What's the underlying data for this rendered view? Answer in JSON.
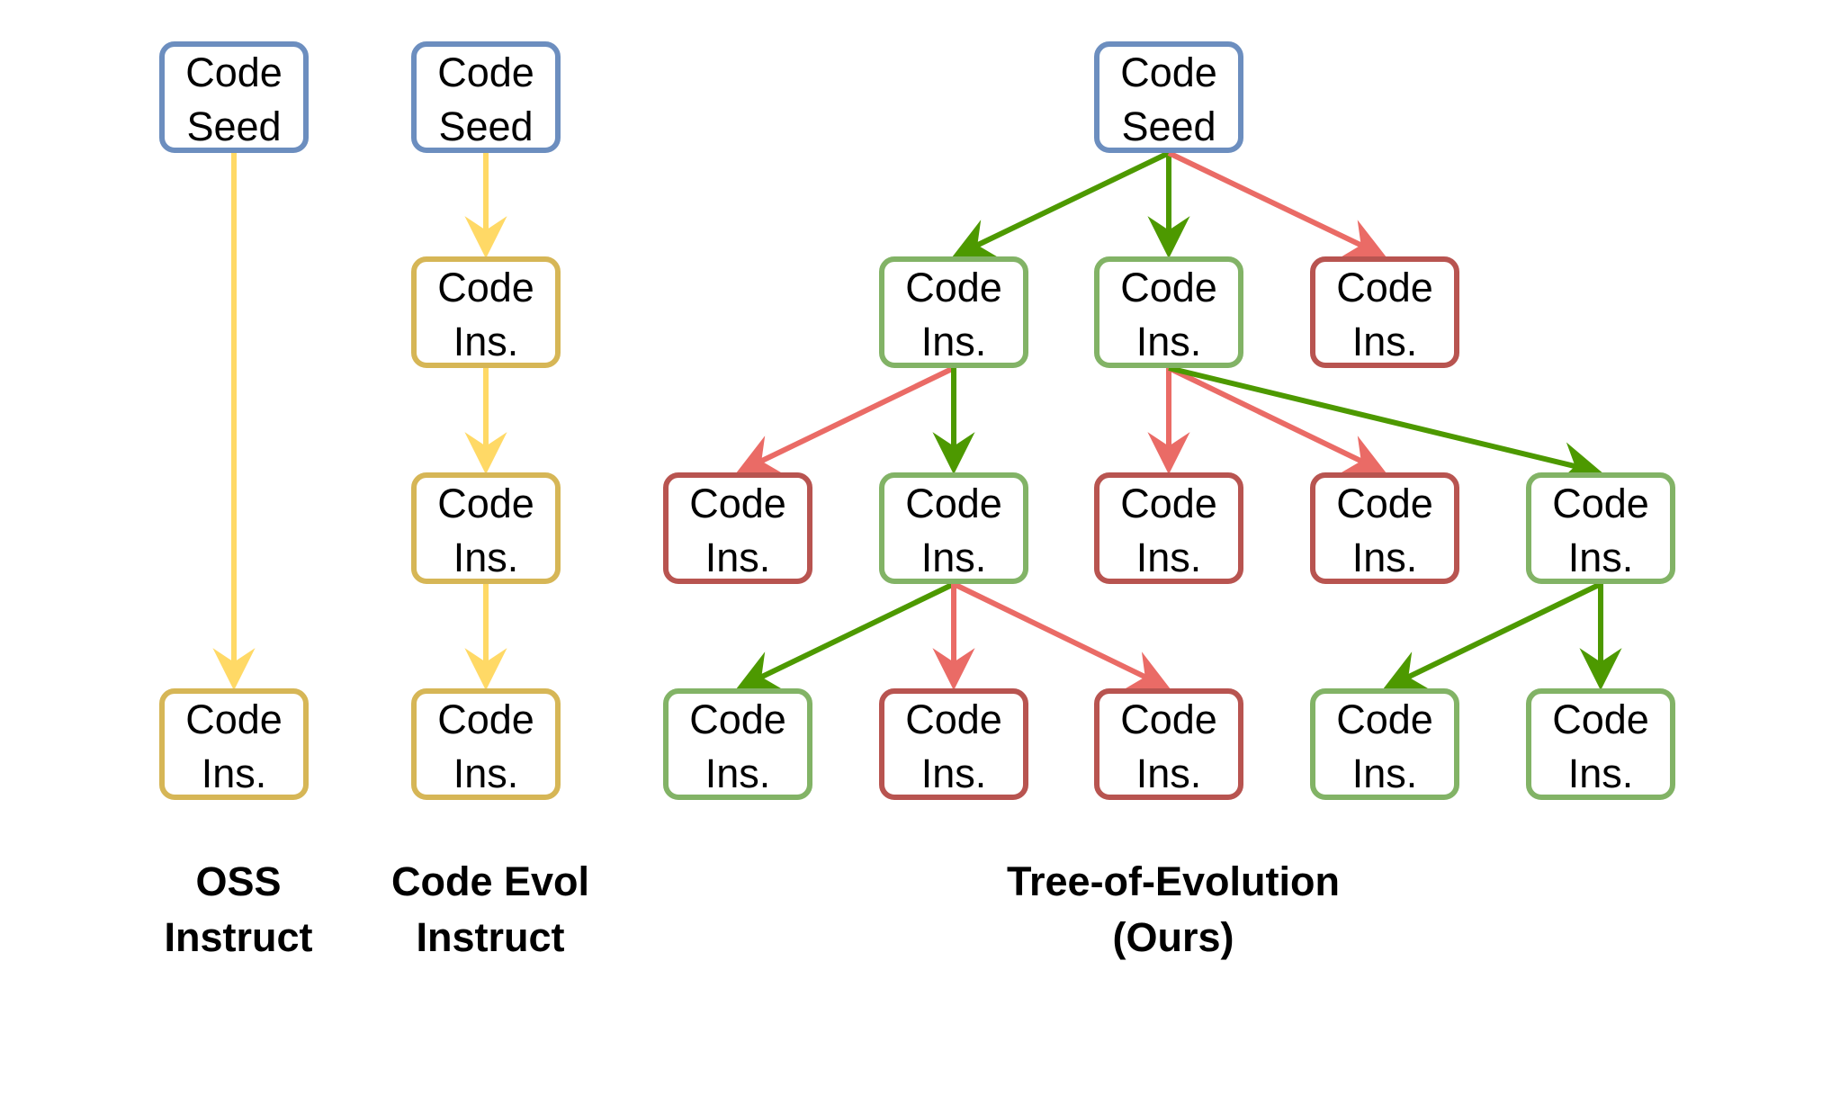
{
  "colors": {
    "seed_border": "#6c8ebf",
    "yellow_border": "#d6b656",
    "green_border": "#82b366",
    "red_border": "#b85450",
    "yellow_arrow": "#ffd966",
    "green_arrow": "#4d9900",
    "red_arrow": "#ea6b66"
  },
  "columns": [
    {
      "caption": [
        "OSS",
        "Instruct"
      ],
      "nodes": [
        {
          "id": "oss-seed",
          "lines": [
            "Code",
            "Seed"
          ],
          "kind": "seed"
        },
        {
          "id": "oss-ins",
          "lines": [
            "Code",
            "Ins."
          ],
          "kind": "yellow"
        }
      ]
    },
    {
      "caption": [
        "Code Evol",
        "Instruct"
      ],
      "nodes": [
        {
          "id": "evol-seed",
          "lines": [
            "Code",
            "Seed"
          ],
          "kind": "seed"
        },
        {
          "id": "evol-ins-1",
          "lines": [
            "Code",
            "Ins."
          ],
          "kind": "yellow"
        },
        {
          "id": "evol-ins-2",
          "lines": [
            "Code",
            "Ins."
          ],
          "kind": "yellow"
        },
        {
          "id": "evol-ins-3",
          "lines": [
            "Code",
            "Ins."
          ],
          "kind": "yellow"
        }
      ]
    },
    {
      "caption": [
        "Tree-of-Evolution",
        "(Ours)"
      ],
      "nodes": [
        {
          "id": "toe-seed",
          "lines": [
            "Code",
            "Seed"
          ],
          "kind": "seed"
        },
        {
          "id": "toe-l1-a",
          "lines": [
            "Code",
            "Ins."
          ],
          "kind": "green"
        },
        {
          "id": "toe-l1-b",
          "lines": [
            "Code",
            "Ins."
          ],
          "kind": "green"
        },
        {
          "id": "toe-l1-c",
          "lines": [
            "Code",
            "Ins."
          ],
          "kind": "red"
        },
        {
          "id": "toe-l2-a",
          "lines": [
            "Code",
            "Ins."
          ],
          "kind": "red"
        },
        {
          "id": "toe-l2-b",
          "lines": [
            "Code",
            "Ins."
          ],
          "kind": "green"
        },
        {
          "id": "toe-l2-c",
          "lines": [
            "Code",
            "Ins."
          ],
          "kind": "red"
        },
        {
          "id": "toe-l2-d",
          "lines": [
            "Code",
            "Ins."
          ],
          "kind": "red"
        },
        {
          "id": "toe-l2-e",
          "lines": [
            "Code",
            "Ins."
          ],
          "kind": "green"
        },
        {
          "id": "toe-l3-a",
          "lines": [
            "Code",
            "Ins."
          ],
          "kind": "green"
        },
        {
          "id": "toe-l3-b",
          "lines": [
            "Code",
            "Ins."
          ],
          "kind": "red"
        },
        {
          "id": "toe-l3-c",
          "lines": [
            "Code",
            "Ins."
          ],
          "kind": "red"
        },
        {
          "id": "toe-l3-d",
          "lines": [
            "Code",
            "Ins."
          ],
          "kind": "green"
        },
        {
          "id": "toe-l3-e",
          "lines": [
            "Code",
            "Ins."
          ],
          "kind": "green"
        }
      ]
    }
  ],
  "edges": [
    {
      "from": "oss-seed",
      "to": "oss-ins",
      "kind": "yellow"
    },
    {
      "from": "evol-seed",
      "to": "evol-ins-1",
      "kind": "yellow"
    },
    {
      "from": "evol-ins-1",
      "to": "evol-ins-2",
      "kind": "yellow"
    },
    {
      "from": "evol-ins-2",
      "to": "evol-ins-3",
      "kind": "yellow"
    },
    {
      "from": "toe-seed",
      "to": "toe-l1-a",
      "kind": "green"
    },
    {
      "from": "toe-seed",
      "to": "toe-l1-b",
      "kind": "green"
    },
    {
      "from": "toe-seed",
      "to": "toe-l1-c",
      "kind": "red"
    },
    {
      "from": "toe-l1-a",
      "to": "toe-l2-a",
      "kind": "red"
    },
    {
      "from": "toe-l1-a",
      "to": "toe-l2-b",
      "kind": "green"
    },
    {
      "from": "toe-l1-b",
      "to": "toe-l2-c",
      "kind": "red"
    },
    {
      "from": "toe-l1-b",
      "to": "toe-l2-d",
      "kind": "red"
    },
    {
      "from": "toe-l1-b",
      "to": "toe-l2-e",
      "kind": "green"
    },
    {
      "from": "toe-l2-b",
      "to": "toe-l3-a",
      "kind": "green"
    },
    {
      "from": "toe-l2-b",
      "to": "toe-l3-b",
      "kind": "red"
    },
    {
      "from": "toe-l2-b",
      "to": "toe-l3-c",
      "kind": "red"
    },
    {
      "from": "toe-l2-e",
      "to": "toe-l3-d",
      "kind": "green"
    },
    {
      "from": "toe-l2-e",
      "to": "toe-l3-e",
      "kind": "green"
    }
  ]
}
